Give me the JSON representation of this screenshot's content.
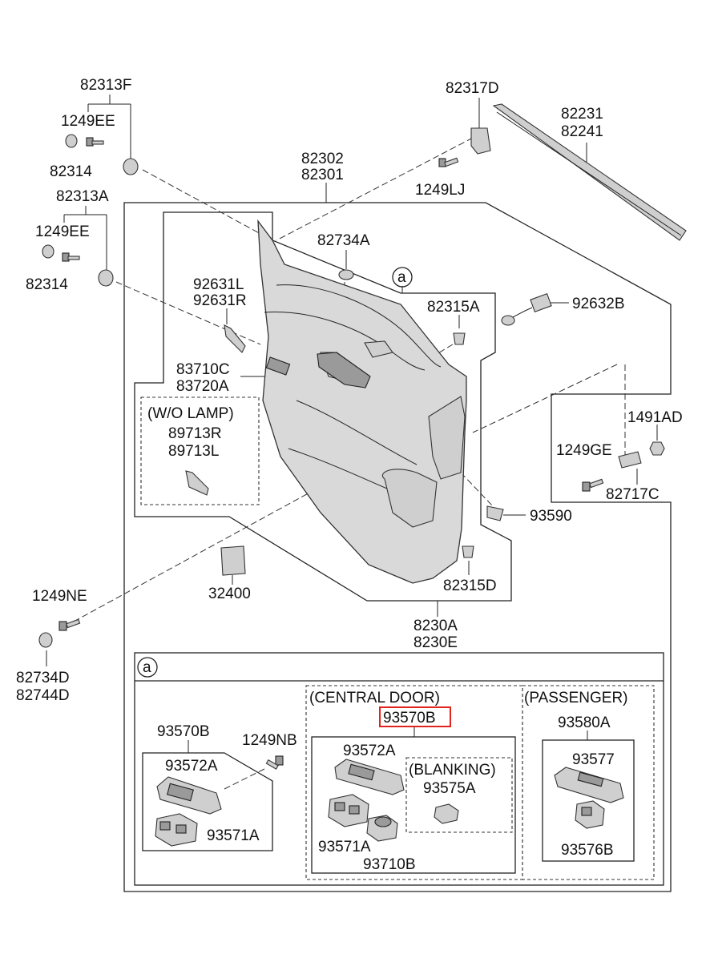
{
  "labels": {
    "p82313F": "82313F",
    "p1249EE_a": "1249EE",
    "p82314_a": "82314",
    "p82313A": "82313A",
    "p1249EE_b": "1249EE",
    "p82314_b": "82314",
    "p82317D": "82317D",
    "p82231": "82231",
    "p82241": "82241",
    "p1249LJ": "1249LJ",
    "p82302": "82302",
    "p82301": "82301",
    "p82734A": "82734A",
    "ref_a": "a",
    "p82315A": "82315A",
    "p92632B": "92632B",
    "p92631L": "92631L",
    "p92631R": "92631R",
    "p83710C": "83710C",
    "p83720A": "83720A",
    "wo_lamp": "(W/O LAMP)",
    "p89713R": "89713R",
    "p89713L": "89713L",
    "p1491AD": "1491AD",
    "p1249GE": "1249GE",
    "p82717C": "82717C",
    "p93590": "93590",
    "p82315D": "82315D",
    "p32400": "32400",
    "p1249NE": "1249NE",
    "p8230A": "8230A",
    "p8230E": "8230E",
    "p82734D": "82734D",
    "p82744D": "82744D",
    "detail_a": "a",
    "central_door": "(CENTRAL DOOR)",
    "passenger": "(PASSENGER)",
    "p93570B_hl": "93570B",
    "p93570B": "93570B",
    "p1249NB": "1249NB",
    "p93572A_a": "93572A",
    "p93571A_a": "93571A",
    "p93572A_b": "93572A",
    "blanking": "(BLANKING)",
    "p93575A": "93575A",
    "p93571A_b": "93571A",
    "p93710B": "93710B",
    "p93580A": "93580A",
    "p93577": "93577",
    "p93576B": "93576B"
  },
  "highlight_color": "#e0241b"
}
